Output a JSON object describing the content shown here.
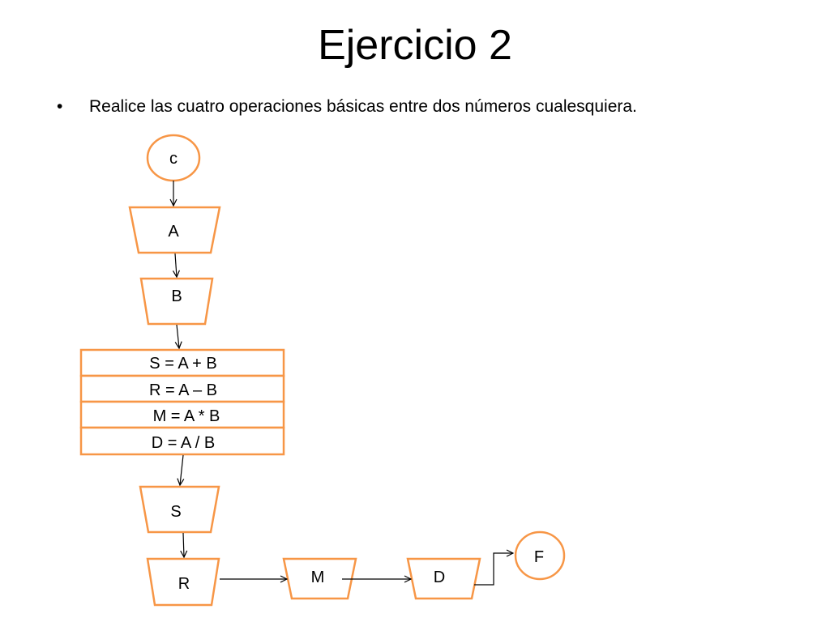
{
  "slide": {
    "title": "Ejercicio 2",
    "bullet_marker": "•",
    "bullet_text": "Realice las cuatro operaciones básicas entre dos números cualesquiera."
  },
  "diagram": {
    "nodes": {
      "start": "c",
      "input_a": "A",
      "input_b": "B",
      "process_rows": [
        "S = A + B",
        "R = A – B",
        "M = A * B",
        "D = A / B"
      ],
      "output_s": "S",
      "output_r": "R",
      "output_m": "M",
      "output_d": "D",
      "end": "F"
    },
    "edges": [
      [
        "c",
        "A"
      ],
      [
        "A",
        "B"
      ],
      [
        "B",
        "operaciones"
      ],
      [
        "operaciones",
        "S"
      ],
      [
        "S",
        "R"
      ],
      [
        "R",
        "M"
      ],
      [
        "M",
        "D"
      ],
      [
        "D",
        "F"
      ]
    ],
    "colors": {
      "shape_stroke": "#f79646",
      "arrow": "#000000"
    }
  }
}
